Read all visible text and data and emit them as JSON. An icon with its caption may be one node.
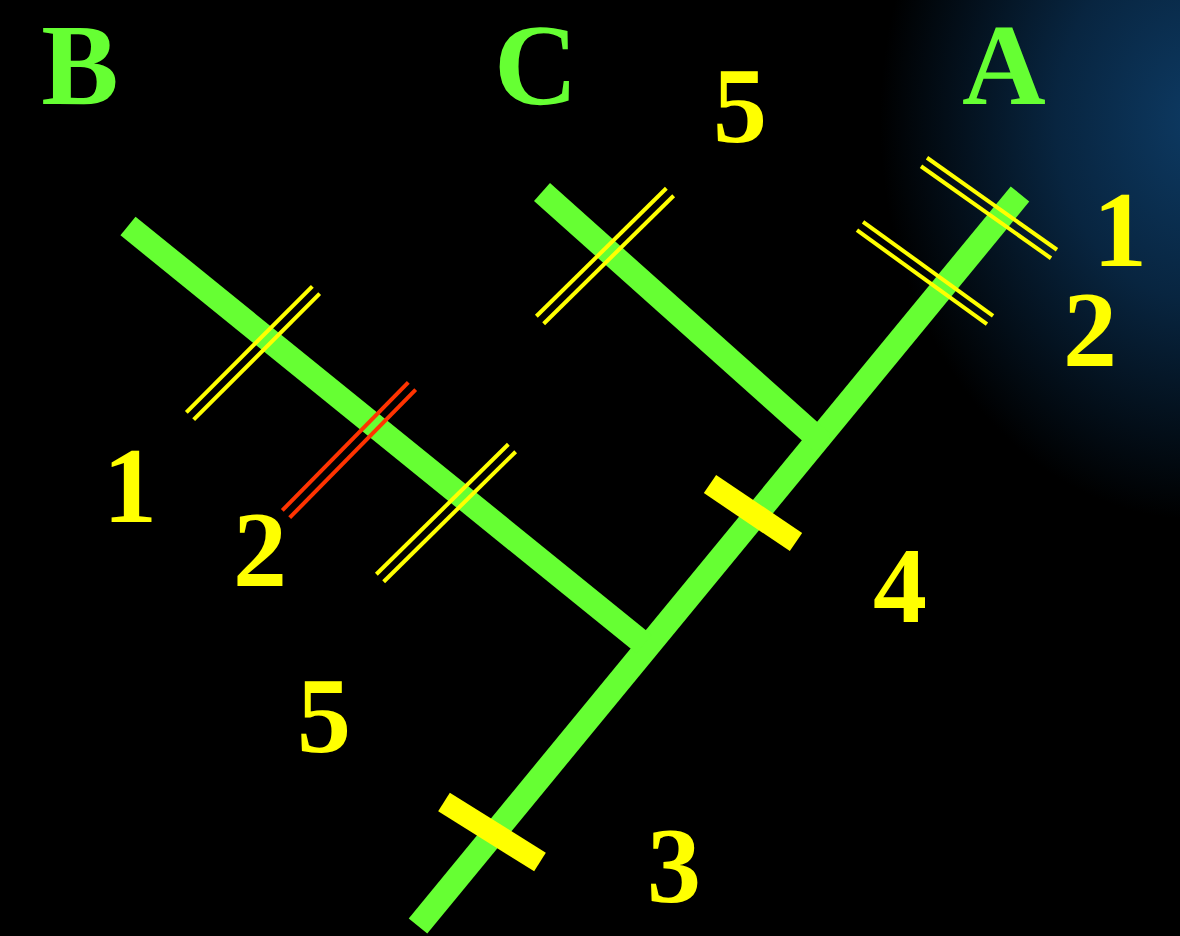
{
  "diagram": {
    "labels": [
      "B",
      "C",
      "A",
      "5",
      "1",
      "2",
      "1",
      "2",
      "4",
      "5",
      "3"
    ]
  }
}
